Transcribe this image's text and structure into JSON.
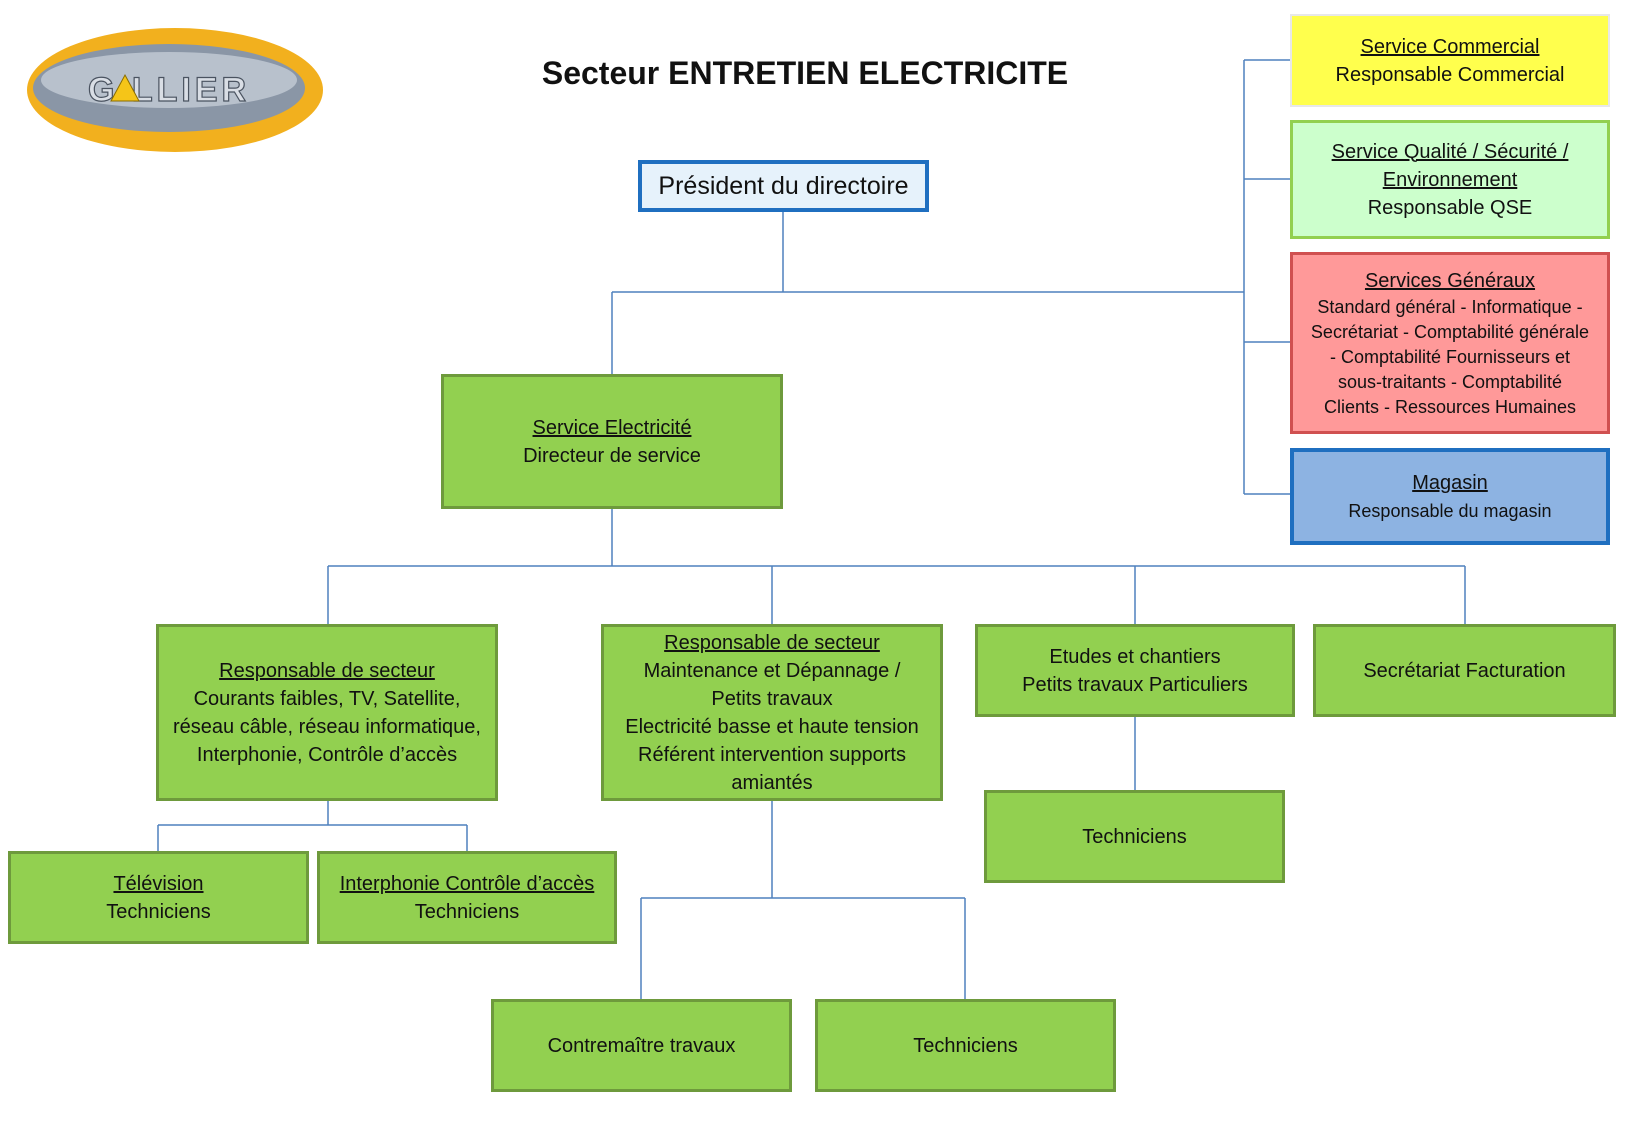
{
  "title": "Secteur ENTRETIEN ELECTRICITE",
  "logo": {
    "text": "GALLIER",
    "colors": {
      "ring": "#f2b01e",
      "disc": "#8a96a6",
      "triangle": "#f5c518"
    }
  },
  "colors": {
    "connector": "#4f81bd",
    "green_box": "#92d050",
    "yellow_box": "#ffff4d",
    "light_green_box": "#ccffcc",
    "red_box": "#ff9999",
    "blue_box": "#8db3e2"
  },
  "president": {
    "label": "Président du directoire"
  },
  "side_services": {
    "commercial": {
      "title": "Service Commercial",
      "subtitle": "Responsable Commercial"
    },
    "qse": {
      "title_line1": "Service Qualité / Sécurité /",
      "title_line2": "Environnement",
      "subtitle": "Responsable QSE"
    },
    "generaux": {
      "title": "Services Généraux",
      "lines": [
        "Standard général - Informatique -",
        "Secrétariat  - Comptabilité générale",
        "- Comptabilité Fournisseurs et",
        "sous-traitants  - Comptabilité",
        "Clients - Ressources Humaines"
      ]
    },
    "magasin": {
      "title": "Magasin",
      "subtitle": "Responsable du magasin"
    }
  },
  "service_electricite": {
    "title": "Service Electricité",
    "subtitle": "Directeur de service"
  },
  "sector_courants": {
    "title": "Responsable de secteur",
    "lines": [
      "Courants faibles, TV, Satellite,",
      "réseau câble, réseau informatique,",
      "Interphonie, Contrôle d’accès"
    ]
  },
  "sector_maintenance": {
    "title": "Responsable de secteur",
    "lines": [
      "Maintenance et Dépannage /",
      "Petits travaux",
      "Electricité basse et haute tension",
      "Référent intervention supports",
      "amiantés"
    ]
  },
  "etudes": {
    "lines": [
      "Etudes et chantiers",
      "Petits travaux Particuliers"
    ]
  },
  "secretariat": {
    "label": "Secrétariat Facturation"
  },
  "television": {
    "title": "Télévision",
    "subtitle": "Techniciens"
  },
  "interphonie": {
    "title": "Interphonie Contrôle d’accès",
    "subtitle": "Techniciens"
  },
  "techniciens_etudes": {
    "label": "Techniciens"
  },
  "contremaitre": {
    "label": "Contremaître travaux"
  },
  "techniciens_maintenance": {
    "label": "Techniciens"
  }
}
